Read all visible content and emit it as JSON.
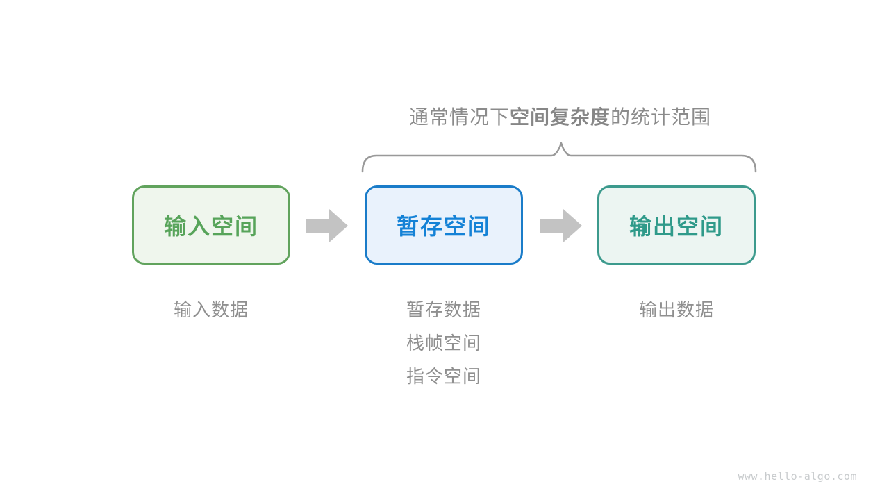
{
  "diagram": {
    "title": {
      "prefix": "通常情况下",
      "bold": "空间复杂度",
      "suffix": "的统计范围"
    },
    "boxes": [
      {
        "id": "input-space",
        "label": "输入空间",
        "border_color": "#61a35d",
        "text_color": "#57a45a",
        "bg_color": "#eff6ed"
      },
      {
        "id": "temp-space",
        "label": "暂存空间",
        "border_color": "#1a7cc9",
        "text_color": "#1482d6",
        "bg_color": "#e9f2fc"
      },
      {
        "id": "output-space",
        "label": "输出空间",
        "border_color": "#3c9a8d",
        "text_color": "#2f9a8a",
        "bg_color": "#ecf5f2"
      }
    ],
    "captions": [
      {
        "box": "input-space",
        "lines": [
          "输入数据"
        ]
      },
      {
        "box": "temp-space",
        "lines": [
          "暂存数据",
          "栈帧空间",
          "指令空间"
        ]
      },
      {
        "box": "output-space",
        "lines": [
          "输出数据"
        ]
      }
    ],
    "arrow_color": "#c3c3c3",
    "brace_color": "#999999",
    "watermark": "www.hello-algo.com"
  }
}
